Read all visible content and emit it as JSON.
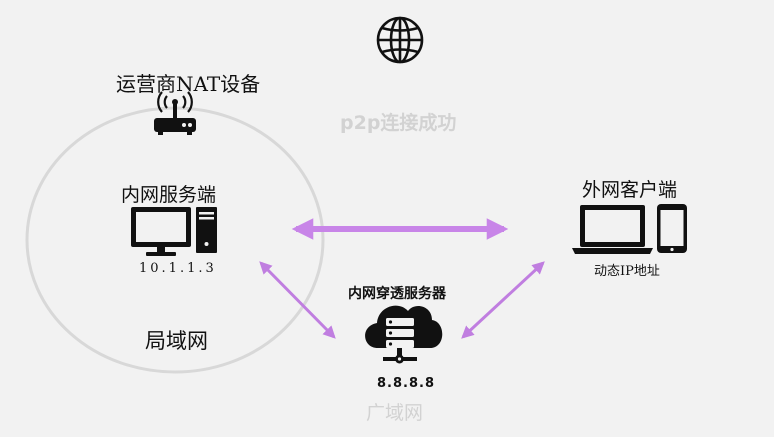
{
  "diagram": {
    "carrier_nat_label": "运营商NAT设备",
    "p2p_label": "p2p连接成功",
    "intranet_server_label": "内网服务端",
    "intranet_server_ip": "10.1.1.3",
    "lan_label": "局域网",
    "external_client_label": "外网客户端",
    "dynamic_ip_label": "动态IP地址",
    "penetration_server_label": "内网穿透服务器",
    "penetration_server_ip": "8.8.8.8",
    "wan_label": "广域网"
  },
  "colors": {
    "arrow": "#c07ee0",
    "p2p_arrow": "#c885e8",
    "lan_circle": "#d8d8d8",
    "icon": "#111111",
    "faint_text": "#d2d2d2"
  },
  "icons": [
    "globe-icon",
    "router-icon",
    "desktop-pc-icon",
    "laptop-icon",
    "phone-icon",
    "cloud-server-icon"
  ]
}
